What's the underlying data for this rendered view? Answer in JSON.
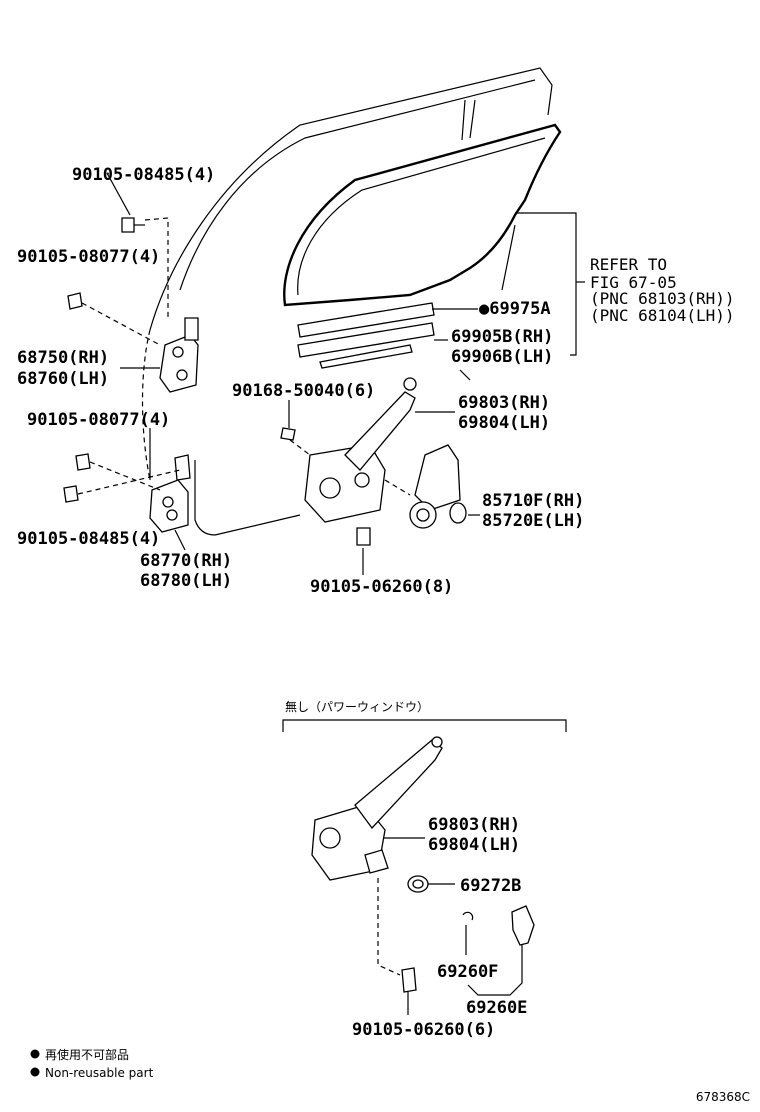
{
  "labels": {
    "bolt_top_left": "90105-08485(4)",
    "bolt_mid_left": "90105-08077(4)",
    "hinge_upper_rh": "68750(RH)",
    "hinge_upper_lh": "68760(LH)",
    "bolt_lower_left_a": "90105-08077(4)",
    "bolt_lower_left_b": "90105-08485(4)",
    "hinge_lower_rh": "68770(RH)",
    "hinge_lower_lh": "68780(LH)",
    "screw_regulator": "90168-50040(6)",
    "bolt_regulator": "90105-06260(8)",
    "refer_line1": "REFER TO",
    "refer_line2": "FIG 67-05",
    "refer_line3": "(PNC 68103(RH))",
    "refer_line4": "(PNC 68104(LH))",
    "seal_part": "●69975A",
    "run_rh": "69905B(RH)",
    "run_lh": "69906B(LH)",
    "regulator_rh": "69803(RH)",
    "regulator_lh": "69804(LH)",
    "motor_rh": "85710F(RH)",
    "motor_lh": "85720E(LH)",
    "manual_caption": "無し（パワーウィンドウ）",
    "manual_regulator_rh": "69803(RH)",
    "manual_regulator_lh": "69804(LH)",
    "washer": "69272B",
    "clip": "69260F",
    "handle": "69260E",
    "manual_bolt": "90105-06260(6)"
  },
  "legend": {
    "jp": "再使用不可部品",
    "en": "Non-reusable part"
  },
  "figure_id": "678368C"
}
